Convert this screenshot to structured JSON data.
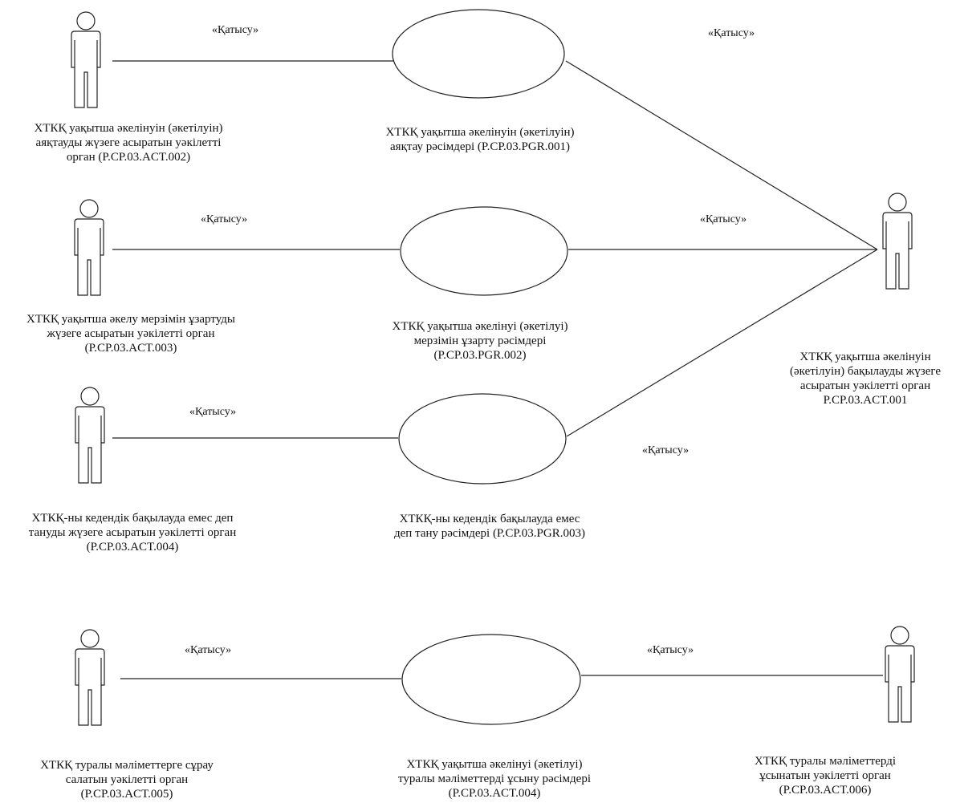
{
  "stereotypes": {
    "s1": "«Қатысу»",
    "s2": "«Қатысу»",
    "s3": "«Қатысу»",
    "s4": "«Қатысу»",
    "s5": "«Қатысу»",
    "s6": "«Қатысу»",
    "s7": "«Қатысу»",
    "s8": "«Қатысу»"
  },
  "actors": {
    "a1": [
      "ХТКҚ уақытша әкелінуін (әкетілуін)",
      "аяқтауды жүзеге асыратын уәкілетті",
      "орган (P.CP.03.ACT.002)"
    ],
    "a2": [
      "ХТКҚ уақытша әкелу мерзімін ұзартуды",
      "жүзеге асыратын уәкілетті орган",
      "(P.CP.03.ACT.003)"
    ],
    "a3": [
      "ХТКҚ-ны кедендік бақылауда емес деп",
      "тануды жүзеге асыратын уәкілетті орган",
      "(P.CP.03.ACT.004)"
    ],
    "a4": [
      "ХТКҚ туралы мәліметтерге сұрау",
      "салатын уәкілетті орган",
      "(P.CP.03.ACT.005)"
    ],
    "a5": [
      "ХТКҚ уақытша әкелінуін",
      "(әкетілуін) бақылауды жүзеге",
      "асыратын уәкілетті орган",
      "P.CP.03.ACT.001"
    ],
    "a6": [
      "ХТКҚ туралы мәліметтерді",
      "ұсынатын уәкілетті орган",
      "(P.CP.03.ACT.006)"
    ]
  },
  "usecases": {
    "u1": [
      "ХТКҚ уақытша әкелінуін (әкетілуін)",
      "аяқтау рәсімдері (P.CP.03.PGR.001)"
    ],
    "u2": [
      "ХТКҚ уақытша әкелінуі (әкетілуі)",
      "мерзімін ұзарту рәсімдері",
      "(P.CP.03.PGR.002)"
    ],
    "u3": [
      "ХТКҚ-ны кедендік бақылауда емес",
      "деп тану рәсімдері (P.CP.03.PGR.003)"
    ],
    "u4": [
      "ХТКҚ уақытша әкелінуі (әкетілуі)",
      "туралы мәліметтерді ұсыну рәсімдері",
      "(P.CP.03.ACT.004)"
    ]
  }
}
